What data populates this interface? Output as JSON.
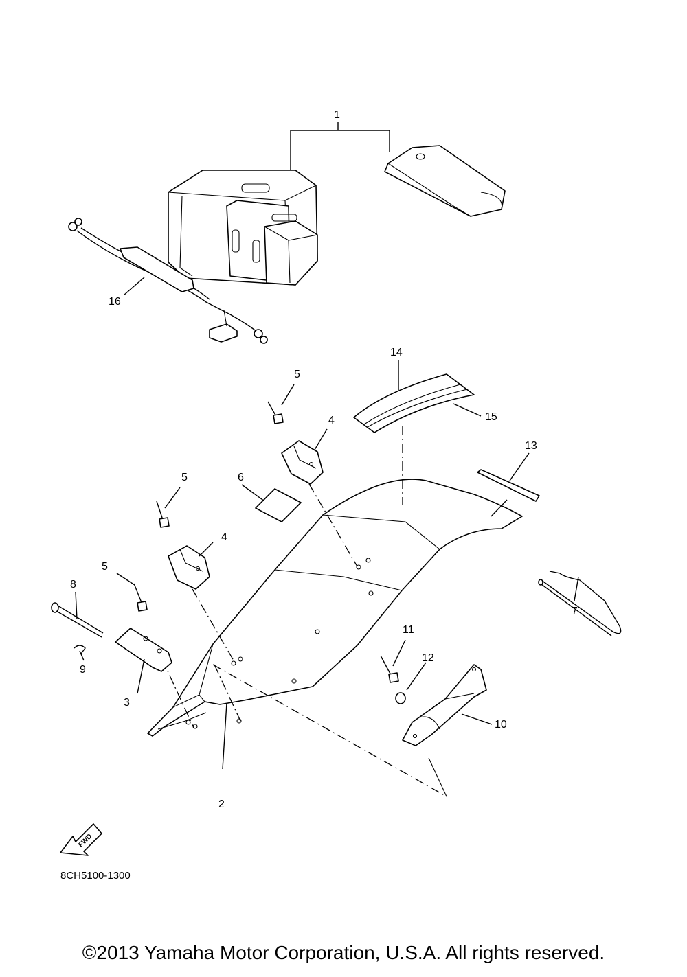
{
  "diagram": {
    "callouts": {
      "c1": "1",
      "c2": "2",
      "c3": "3",
      "c4a": "4",
      "c4b": "4",
      "c5a": "5",
      "c5b": "5",
      "c5c": "5",
      "c6": "6",
      "c7": "7",
      "c8": "8",
      "c9": "9",
      "c10": "10",
      "c11": "11",
      "c12": "12",
      "c13": "13",
      "c14": "14",
      "c15": "15",
      "c16": "16"
    },
    "fwd_label": "FWD",
    "drawing_code": "8CH5100-1300"
  },
  "footer": {
    "copyright": "©2013 Yamaha Motor Corporation, U.S.A. All rights reserved."
  }
}
